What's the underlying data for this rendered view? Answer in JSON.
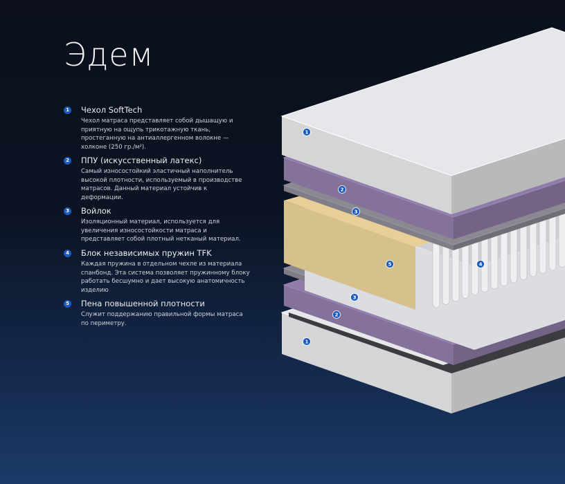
{
  "title": "Эдем",
  "features": [
    {
      "num": "1",
      "title": "Чехол SoftTech",
      "desc": "Чехол матраса представляет собой дышащую и приятную на ощупь трикотажную ткань, простеганную на антиаллергенном волокне — холконе (250 гр./м²)."
    },
    {
      "num": "2",
      "title": "ППУ (искусственный латекс)",
      "desc": "Самый износостойкий эластичный наполнитель высокой плотности, используемый в производстве матрасов. Данный материал устойчив к деформации."
    },
    {
      "num": "3",
      "title": "Войлок",
      "desc": "Изоляционный материал, используется для увеличения износостойкости матраса и представляет собой плотный нетканый материал."
    },
    {
      "num": "4",
      "title": "Блок независимых пружин TFK",
      "desc": "Каждая пружина в отдельном чехле из материала спанбонд. Эта система позволяет пружинному блоку работать бесшумно и дает высокую анатомичность изделию"
    },
    {
      "num": "5",
      "title": "Пена повышенной плотности",
      "desc": "Служит поддержанию правильной формы матраса по периметру."
    }
  ],
  "diagram_markers": [
    "1",
    "2",
    "3",
    "5",
    "4",
    "3",
    "2",
    "1"
  ],
  "colors": {
    "badge": "#1a5bbd",
    "cover": "#e6e7ea",
    "latex": "#8f7ca9",
    "felt": "#8b8892",
    "foam": "#d6c08c"
  }
}
